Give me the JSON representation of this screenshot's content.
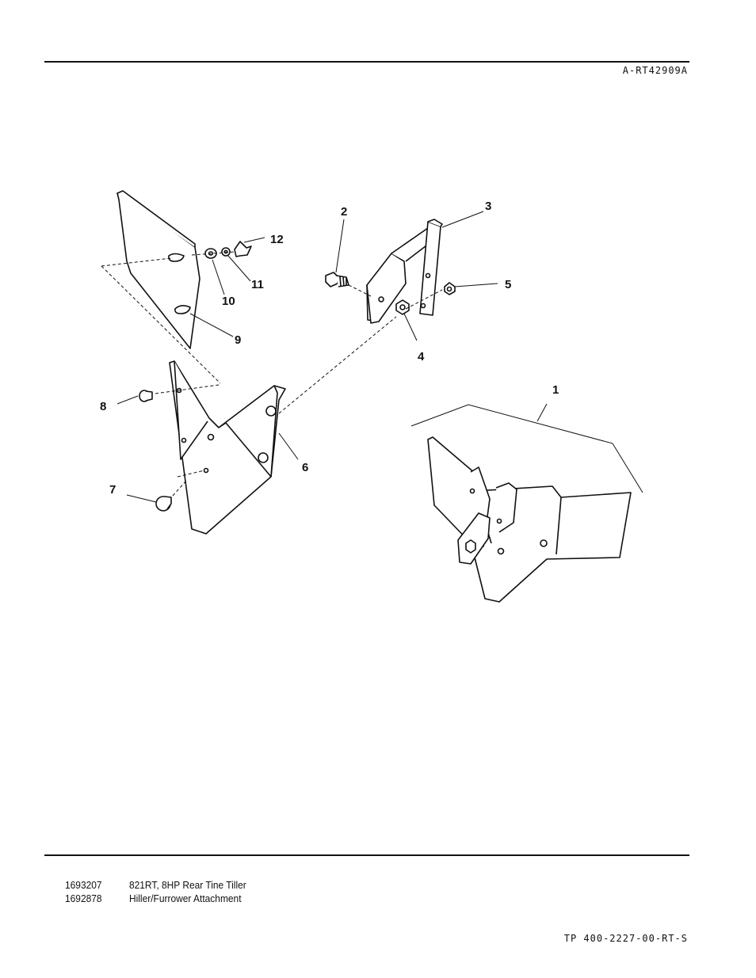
{
  "header": {
    "drawing_code": "A-RT42909A"
  },
  "callouts": [
    {
      "id": "1",
      "label": "1"
    },
    {
      "id": "2",
      "label": "2"
    },
    {
      "id": "3",
      "label": "3"
    },
    {
      "id": "4",
      "label": "4"
    },
    {
      "id": "5",
      "label": "5"
    },
    {
      "id": "6",
      "label": "6"
    },
    {
      "id": "7",
      "label": "7"
    },
    {
      "id": "8",
      "label": "8"
    },
    {
      "id": "9",
      "label": "9"
    },
    {
      "id": "10",
      "label": "10"
    },
    {
      "id": "11",
      "label": "11"
    },
    {
      "id": "12",
      "label": "12"
    }
  ],
  "models": [
    {
      "number": "1693207",
      "description": "821RT, 8HP Rear Tine Tiller"
    },
    {
      "number": "1692878",
      "description": "Hiller/Furrower Attachment"
    }
  ],
  "footer": {
    "document_code": "TP 400-2227-00-RT-S"
  }
}
